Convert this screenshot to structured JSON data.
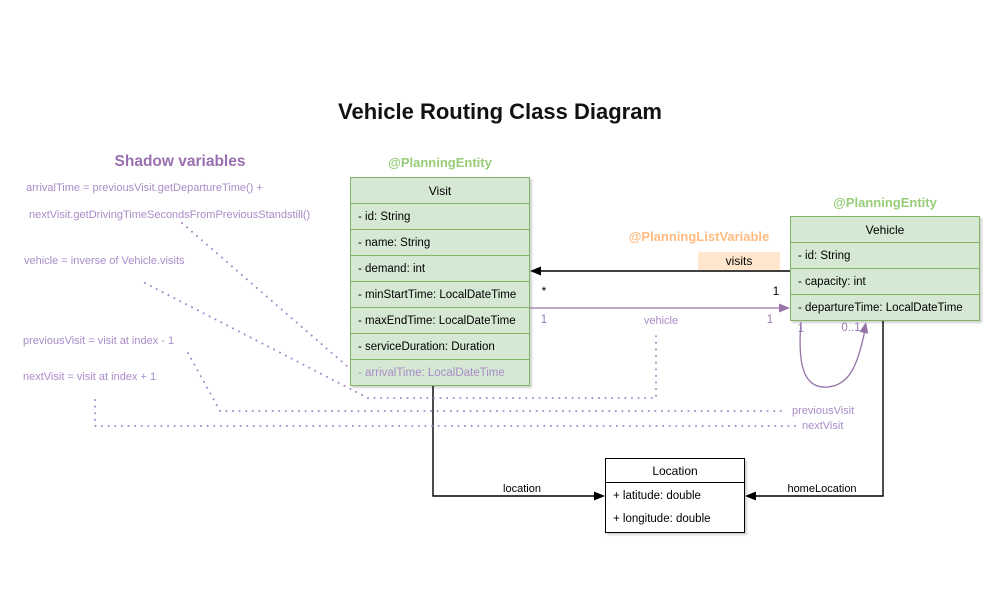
{
  "diagram": {
    "title": "Vehicle Routing Class Diagram"
  },
  "shadow_notes": {
    "heading": "Shadow variables",
    "line1": "arrivalTime = previousVisit.getDepartureTime() +",
    "line2": "nextVisit.getDrivingTimeSecondsFromPreviousStandstill()",
    "line3": "vehicle = inverse of Vehicle.visits",
    "line4": "previousVisit = visit at index - 1",
    "line5": "nextVisit = visit at index + 1"
  },
  "visit_class": {
    "annotation": "@PlanningEntity",
    "name": "Visit",
    "attributes": [
      "- id: String",
      "- name: String",
      "- demand: int",
      "- minStartTime: LocalDateTime",
      "- maxEndTime: LocalDateTime",
      "- serviceDuration: Duration",
      "- arrivalTime: LocalDateTime"
    ]
  },
  "vehicle_class": {
    "annotation": "@PlanningEntity",
    "name": "Vehicle",
    "attributes": [
      "- id: String",
      "- capacity: int",
      "- departureTime: LocalDateTime"
    ]
  },
  "location_class": {
    "name": "Location",
    "attributes": [
      "+ latitude: double",
      "+ longitude: double"
    ]
  },
  "edges": {
    "visits": {
      "annotation": "@PlanningListVariable",
      "label": "visits",
      "visit_multiplicity": "*",
      "vehicle_multiplicity": "1"
    },
    "vehicle_ref": {
      "label": "vehicle",
      "visit_multiplicity": "1",
      "vehicle_multiplicity": "1"
    },
    "vehicle_self_loop": {
      "source_multiplicity": "1",
      "target_multiplicity": "0..1"
    },
    "previous_visit_label": "previousVisit",
    "next_visit_label": "nextVisit",
    "location_edge": {
      "label": "location"
    },
    "home_location_edge": {
      "label": "homeLocation"
    }
  },
  "colors": {
    "class_fill": "#d5e8d4",
    "class_border": "#82b366",
    "annotation_green": "#97cd78",
    "annotation_orange": "#ffbb80",
    "badge_fill": "#ffe6cc",
    "edge_purple": "#9673a6",
    "note_purple": "#a98cc8"
  }
}
